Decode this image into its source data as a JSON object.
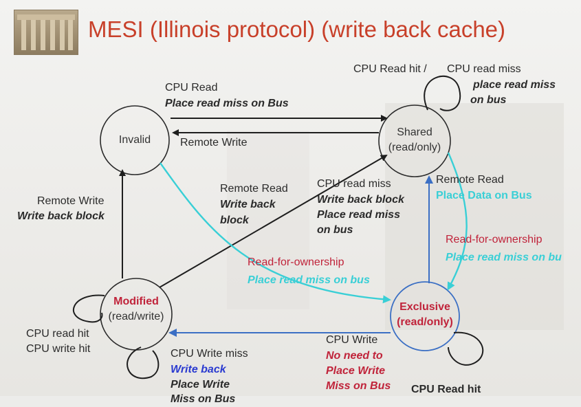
{
  "title": "MESI (Illinois protocol) (write back cache)",
  "states": {
    "invalid": "Invalid",
    "shared_1": "Shared",
    "shared_2": "(read/only)",
    "modified_1": "Modified",
    "modified_2": "(read/write)",
    "exclusive_1": "Exclusive",
    "exclusive_2": "(read/only)"
  },
  "labels": {
    "inv_to_sh_1": "CPU Read",
    "inv_to_sh_2": "Place read miss on Bus",
    "sh_to_inv": "Remote Write",
    "sh_self_1": "CPU Read hit /",
    "sh_self_2": "CPU read miss",
    "sh_self_3": "place read miss",
    "sh_self_4": "on bus",
    "mod_to_inv_1": "Remote  Write",
    "mod_to_inv_2": "Write back block",
    "mod_to_sh_1": "Remote Read",
    "mod_to_sh_2": "Write back",
    "mod_to_sh_3": "block",
    "sh_to_mod_1": "CPU read miss",
    "sh_to_mod_2": "Write back block",
    "sh_to_mod_3": "Place read miss",
    "sh_to_mod_4": "on bus",
    "ex_to_sh_1": "Remote Read",
    "ex_to_sh_2": "Place Data on Bus",
    "inv_to_ex_1": "Read-for-ownership",
    "inv_to_ex_2": "Place read miss on bus",
    "sh_to_ex_1": "Read-for-ownership",
    "sh_to_ex_2": "Place read miss on bu",
    "mod_self_1": "CPU read hit",
    "mod_self_2": "CPU write hit",
    "mod_self_3": "CPU Write miss",
    "mod_self_4": "Write back",
    "mod_self_5": "Place Write",
    "mod_self_6": "Miss on Bus",
    "ex_to_mod_1": "CPU Write",
    "ex_to_mod_2": "No need to",
    "ex_to_mod_3": "Place Write",
    "ex_to_mod_4": "Miss on Bus",
    "ex_self": "CPU Read hit"
  },
  "colors": {
    "title": "#c8402a",
    "cyan_edges": "#39cfd6",
    "blue_edges": "#3b6fc4",
    "red_text": "#c0233a",
    "black_edges": "#1e1e1e"
  }
}
